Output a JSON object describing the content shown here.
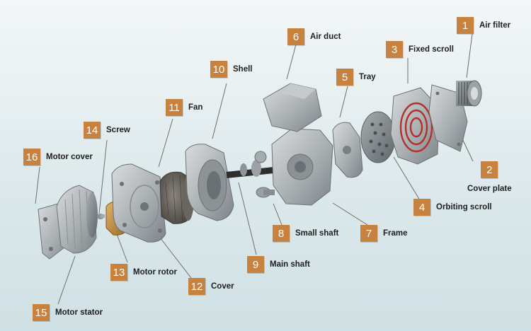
{
  "parts": [
    {
      "number": "1",
      "name": "Air filter"
    },
    {
      "number": "2",
      "name": "Cover plate"
    },
    {
      "number": "3",
      "name": "Fixed scroll"
    },
    {
      "number": "4",
      "name": "Orbiting scroll"
    },
    {
      "number": "5",
      "name": "Tray"
    },
    {
      "number": "6",
      "name": "Air duct"
    },
    {
      "number": "7",
      "name": "Frame"
    },
    {
      "number": "8",
      "name": "Small shaft"
    },
    {
      "number": "9",
      "name": "Main shaft"
    },
    {
      "number": "10",
      "name": "Shell"
    },
    {
      "number": "11",
      "name": "Fan"
    },
    {
      "number": "12",
      "name": "Cover"
    },
    {
      "number": "13",
      "name": "Motor rotor"
    },
    {
      "number": "14",
      "name": "Screw"
    },
    {
      "number": "15",
      "name": "Motor stator"
    },
    {
      "number": "16",
      "name": "Motor cover"
    }
  ],
  "colors": {
    "badge": "#c8823f",
    "label_text": "#1e1e1e",
    "background_top": "#f3f7f8",
    "background_bottom": "#cfe0e4"
  }
}
